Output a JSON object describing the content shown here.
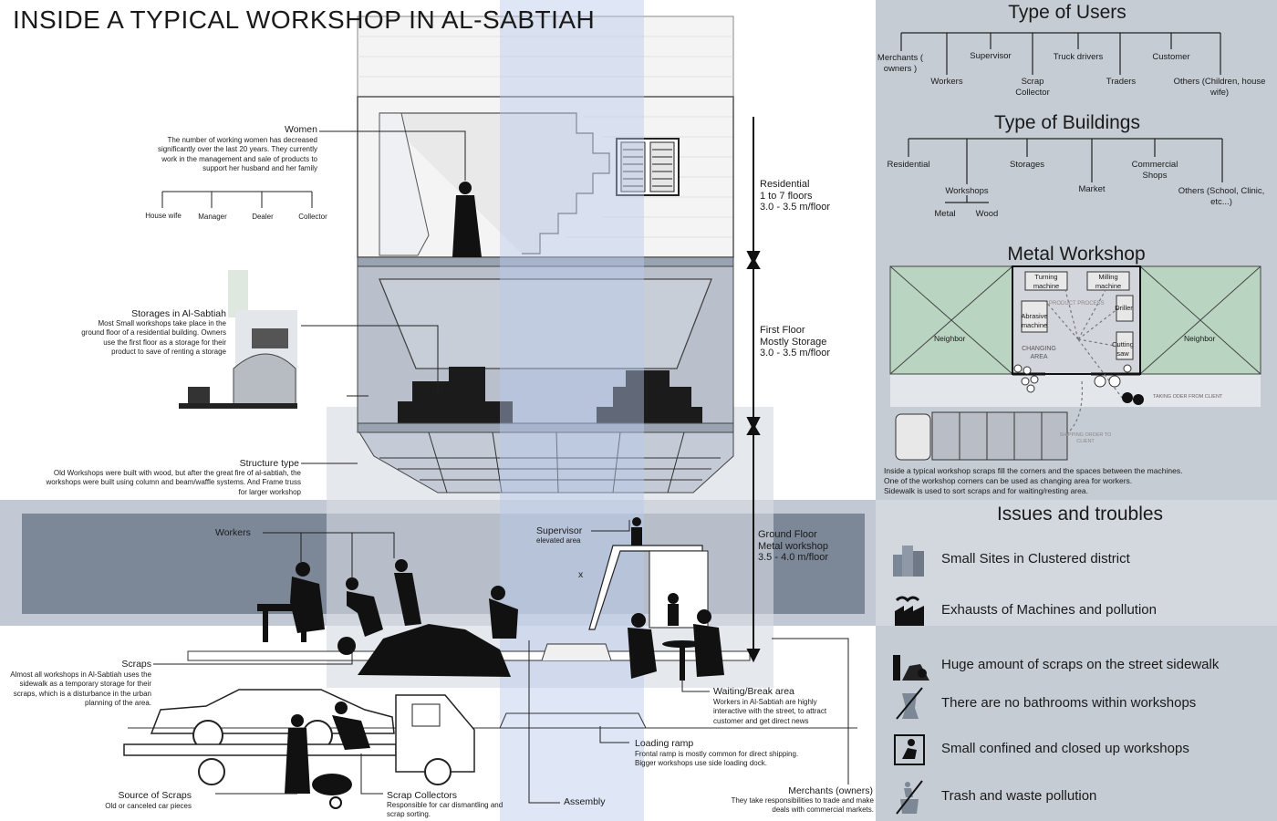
{
  "title": "INSIDE A TYPICAL WORKSHOP IN AL-SABTIAH",
  "left_annotations": {
    "women": {
      "heading": "Women",
      "text": "The number of working women has decreased significantly over the last 20 years. They currently work in the management and sale of products to support her husband and her family",
      "roles": [
        "House wife",
        "Manager",
        "Dealer",
        "Collector"
      ]
    },
    "storages": {
      "heading": "Storages in Al-Sabtiah",
      "text": "Most Small workshops take place in the ground floor of a residential building. Owners use the first floor as a storage for their product to save of renting a storage"
    },
    "structure": {
      "heading": "Structure type",
      "text": "Old Workshops were built with wood, but after the great fire of al-sabtiah, the workshops were built using column and beam/waffle systems. And Frame truss for larger workshop"
    },
    "workers": {
      "heading": "Workers"
    },
    "supervisor": {
      "heading": "Supervisor",
      "sub": "elevated area"
    },
    "scraps": {
      "heading": "Scraps",
      "text": "Almost all workshops in Al-Sabtiah uses the sidewalk as a temporary storage for their scraps, which is a disturbance in the urban planning of the area."
    },
    "source": {
      "heading": "Source of Scraps",
      "sub": "Old or canceled car pieces"
    },
    "collectors": {
      "heading": "Scrap Collectors",
      "sub": "Responsible for car dismantling and scrap sorting."
    },
    "assembly": {
      "heading": "Assembly"
    },
    "loading": {
      "heading": "Loading ramp",
      "sub": "Frontal ramp is mostly common for direct shipping. Bigger workshops use side loading dock."
    },
    "merchants": {
      "heading": "Merchants (owners)",
      "sub": "They take responsibilities to trade and make deals with commercial markets."
    },
    "waiting": {
      "heading": "Waiting/Break area",
      "sub": "Workers in Al-Sabtiah are highly interactive with the street, to attract customer and get direct news"
    },
    "x_mark": "x"
  },
  "floors": [
    {
      "name": "Residential",
      "line2": "1 to 7 floors",
      "line3": "3.0 - 3.5 m/floor"
    },
    {
      "name": "First Floor",
      "line2": "Mostly Storage",
      "line3": "3.0 - 3.5 m/floor"
    },
    {
      "name": "Ground Floor",
      "line2": "Metal workshop",
      "line3": "3.5 - 4.0 m/floor"
    }
  ],
  "users": {
    "heading": "Type of Users",
    "items": [
      "Merchants ( owners )",
      "Workers",
      "Supervisor",
      "Scrap Collector",
      "Truck drivers",
      "Traders",
      "Customer",
      "Others (Children, house wife)"
    ]
  },
  "buildings": {
    "heading": "Type of Buildings",
    "items": [
      "Residential",
      "Workshops",
      "Storages",
      "Market",
      "Commercial Shops",
      "Others (School, Clinic, etc...)"
    ],
    "workshop_types": [
      "Metal",
      "Wood"
    ]
  },
  "metal_workshop": {
    "heading": "Metal Workshop",
    "neighbor_left": "Neighbor",
    "neighbor_right": "Neighbor",
    "machines": [
      "Turning machine",
      "Milling machine",
      "Abrasive machine",
      "Driller",
      "Cutting saw"
    ],
    "changing_area": "CHANGING AREA",
    "product_process": "PRODUCT PROCESS",
    "taking_order": "TAKING ODER FROM CLIENT",
    "shipping_order": "SHIPPING ORDER TO CLIENT",
    "notes": [
      "Inside a typical workshop scraps fill the corners and the spaces between the machines.",
      "One of the workshop corners can be used as changing area for workers.",
      "Sidewalk is used to sort scraps and for waiting/resting area."
    ]
  },
  "issues": {
    "heading": "Issues and troubles",
    "items": [
      {
        "icon": "buildings-icon",
        "label": "Small Sites in Clustered district"
      },
      {
        "icon": "factory-exhaust-icon",
        "label": "Exhausts of Machines and pollution"
      },
      {
        "icon": "scrap-pile-icon",
        "label": "Huge amount of scraps on the street sidewalk"
      },
      {
        "icon": "no-toilet-icon",
        "label": "There are no bathrooms within workshops"
      },
      {
        "icon": "confined-worker-icon",
        "label": "Small confined  and closed up workshops"
      },
      {
        "icon": "no-trash-icon",
        "label": "Trash and waste pollution"
      }
    ]
  },
  "colors": {
    "panel_bg": "#c6ccd4",
    "band_dark": "#7b8696",
    "band_light": "#c3c9d4",
    "column_blue": "#cfdaf0",
    "silhouette": "#111111",
    "neighbor_green": "#b9d4c1"
  }
}
